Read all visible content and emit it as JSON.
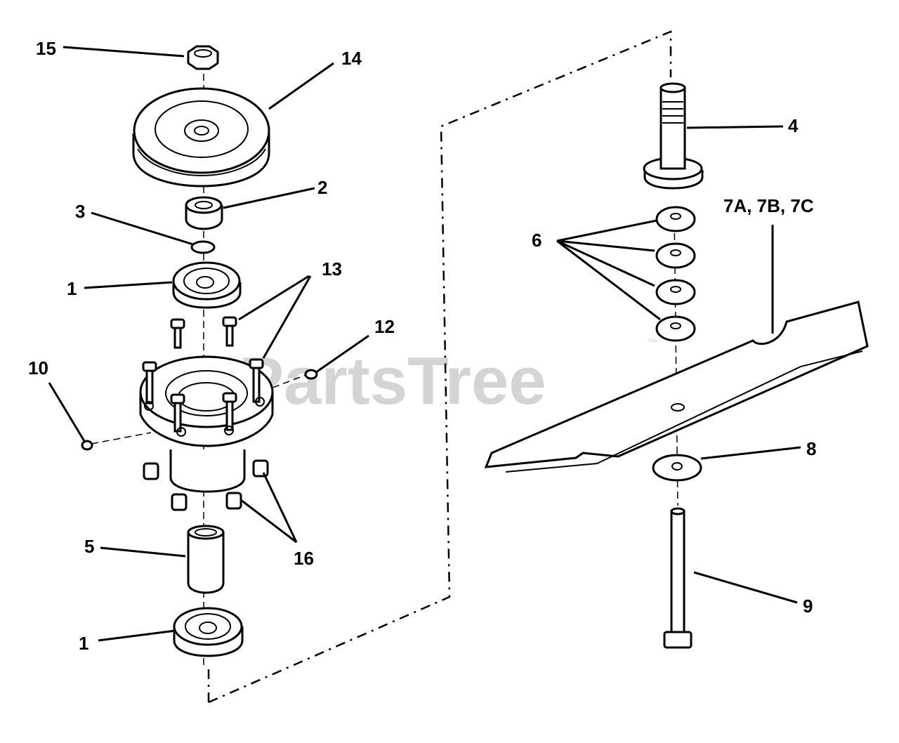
{
  "watermark": {
    "text": "PartsTree",
    "trademark": "™"
  },
  "callouts": {
    "c15": "15",
    "c14": "14",
    "c2": "2",
    "c3": "3",
    "c1_top": "1",
    "c13": "13",
    "c12": "12",
    "c10": "10",
    "c5": "5",
    "c16": "16",
    "c1_bottom": "1",
    "c4": "4",
    "c7": "7A, 7B, 7C",
    "c6": "6",
    "c8": "8",
    "c9": "9"
  }
}
